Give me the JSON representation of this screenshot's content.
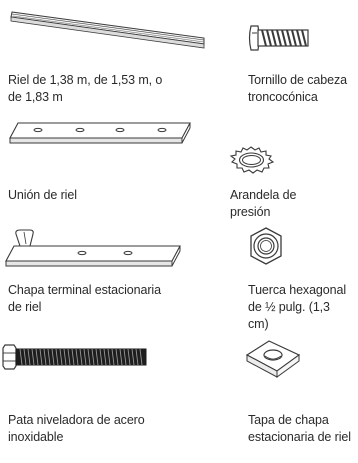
{
  "parts": [
    {
      "id": "rail",
      "icon": "rail-icon",
      "label": "Riel de 1,38 m, de 1,53 m, o de 1,83 m"
    },
    {
      "id": "screw",
      "icon": "pan-head-screw-icon",
      "label": "Tornillo de cabeza troncocónica"
    },
    {
      "id": "splice",
      "icon": "rail-splice-icon",
      "label": "Unión de riel"
    },
    {
      "id": "lock-washer",
      "icon": "lock-washer-icon",
      "label": "Arandela de presión"
    },
    {
      "id": "hex-nut",
      "icon": "hex-nut-icon",
      "label": "Tuerca hexagonal de ½ pulg. (1,3 cm)"
    },
    {
      "id": "end-plate",
      "icon": "end-plate-icon",
      "label": "Chapa terminal estacionaria de riel"
    },
    {
      "id": "leveler",
      "icon": "leveling-foot-icon",
      "label": "Pata niveladora de acero inoxidable"
    },
    {
      "id": "end-cap",
      "icon": "end-cap-icon",
      "label": "Tapa de chapa estacionaria de riel"
    }
  ],
  "colors": {
    "line": "#3a3a3a",
    "text": "#2a2a2a"
  }
}
